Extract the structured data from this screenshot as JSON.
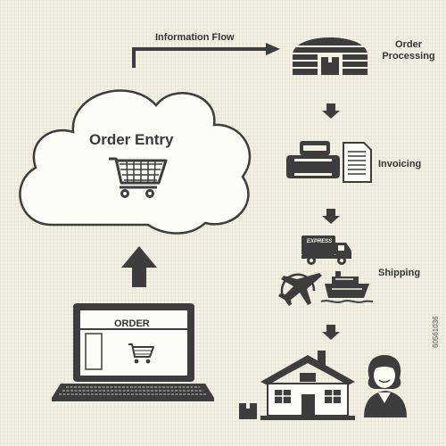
{
  "labels": {
    "information_flow": "Information Flow",
    "order_processing_line1": "Order",
    "order_processing_line2": "Processing",
    "invoicing": "Invoicing",
    "shipping": "Shipping",
    "order_entry": "Order Entry",
    "order_screen": "ORDER",
    "truck_badge": "EXPRESS"
  },
  "watermark": {
    "stock_id": "60561036"
  },
  "colors": {
    "background": "#f4f1e4",
    "icon": "#3d3d3d",
    "accent_light": "#ffffff"
  },
  "icons": [
    "cloud-icon",
    "shopping-cart-icon",
    "laptop-icon",
    "warehouse-icon",
    "printer-icon",
    "document-icon",
    "delivery-truck-icon",
    "airplane-icon",
    "ship-icon",
    "house-icon",
    "box-icon",
    "customer-icon"
  ]
}
